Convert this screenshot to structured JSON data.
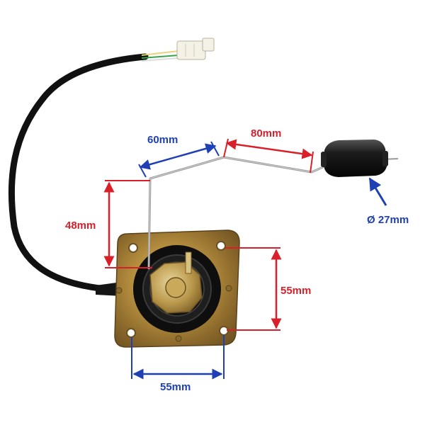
{
  "dimensions": {
    "rod_segment_1": "60mm",
    "rod_segment_2": "80mm",
    "float_diameter": "Ø 27mm",
    "rod_height": "48mm",
    "hole_spacing_vertical": "55mm",
    "hole_spacing_horizontal": "55mm"
  },
  "colors": {
    "blue_dimension": "#1f3fb5",
    "red_dimension": "#d9202a",
    "cable": "#111111",
    "float": "#1a1a1a",
    "plate": "#b08a3a"
  }
}
